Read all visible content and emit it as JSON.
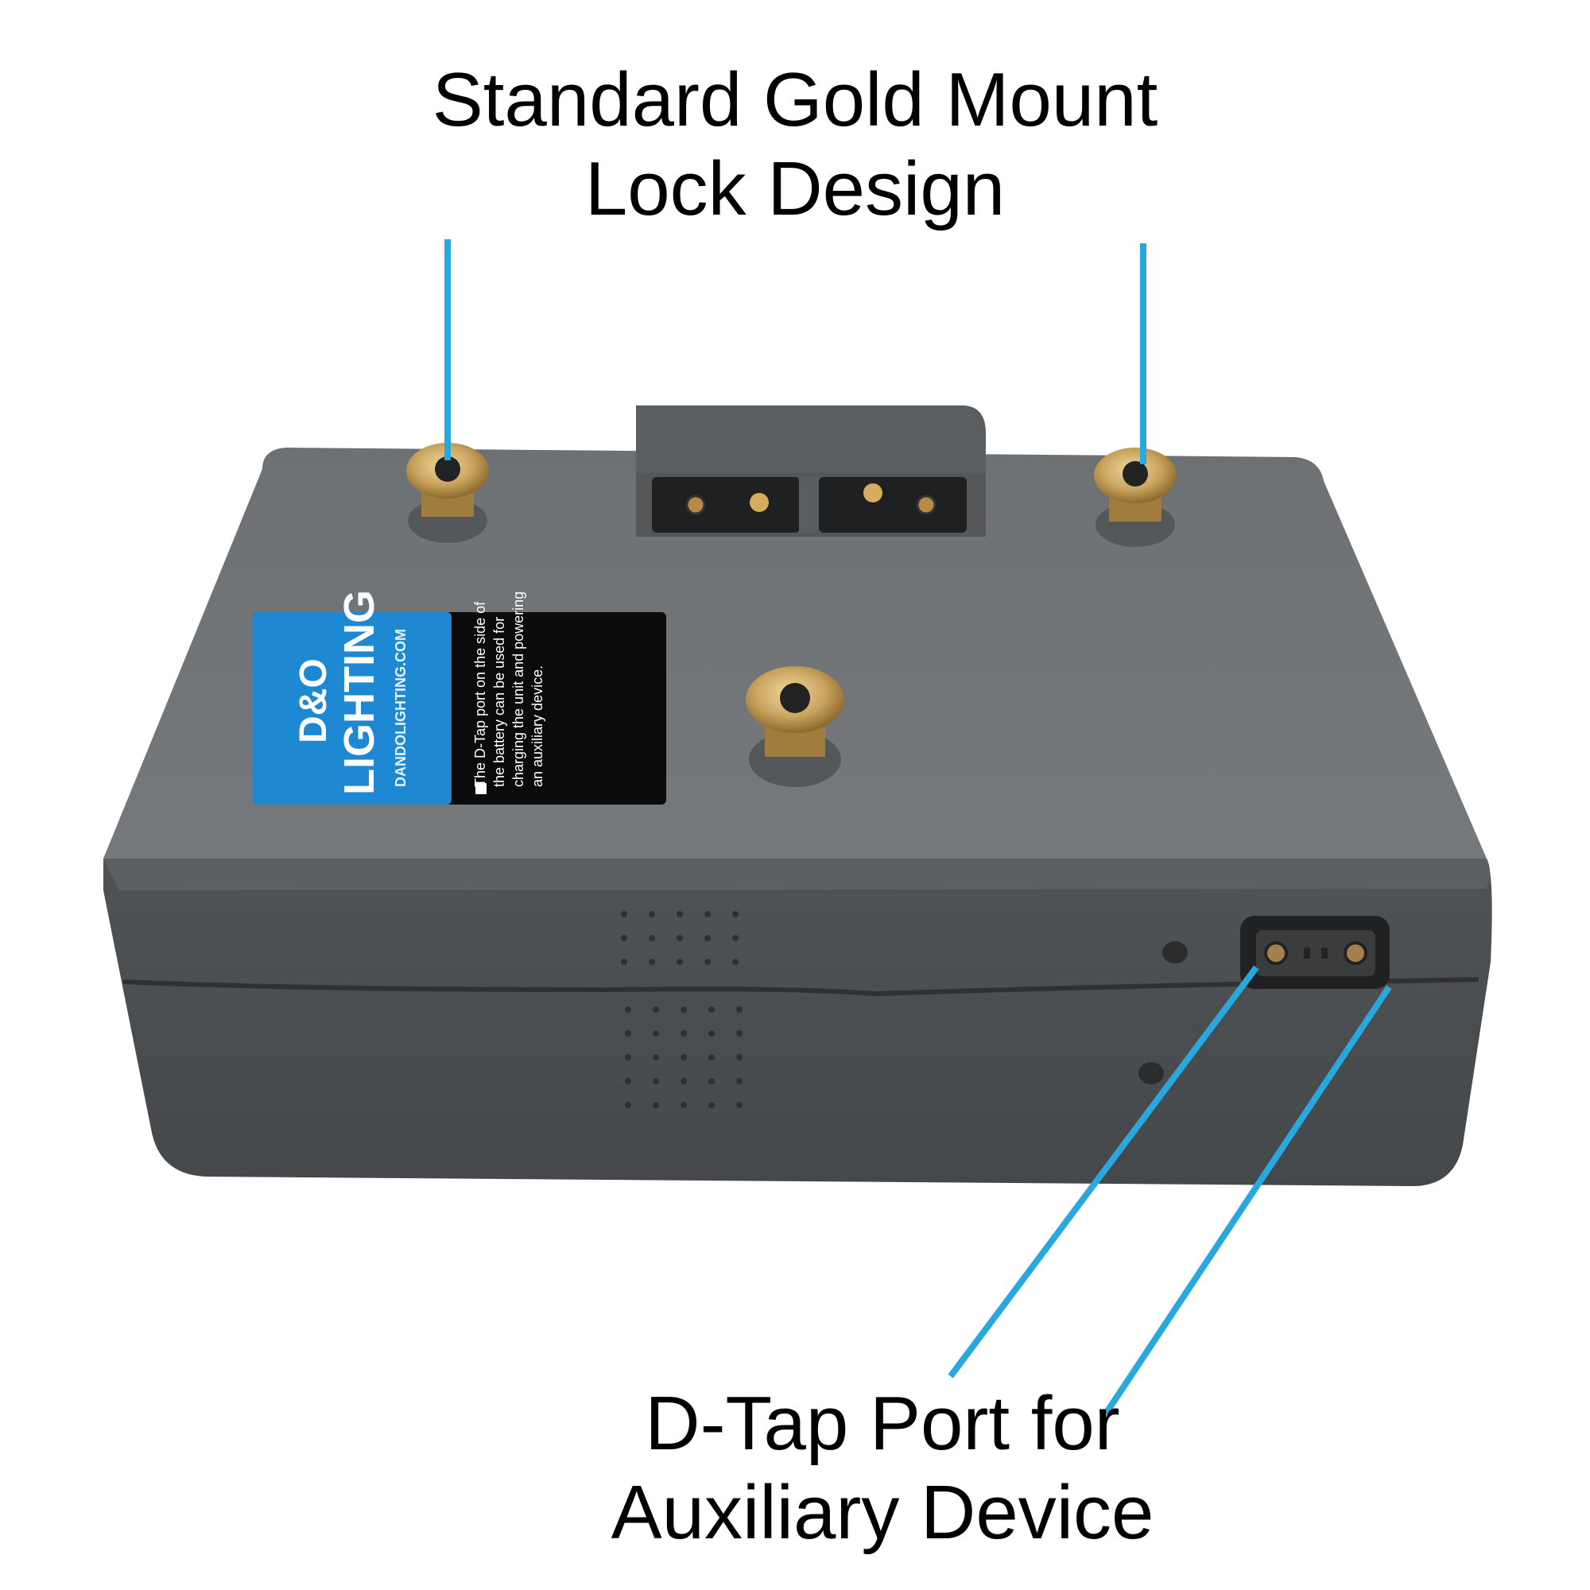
{
  "callouts": {
    "top": {
      "line1": "Standard Gold Mount",
      "line2": "Lock Design"
    },
    "bottom": {
      "line1": "D-Tap Port for",
      "line2": "Auxiliary Device"
    }
  },
  "sticker": {
    "brand_line1": "D&O",
    "brand_line2": "LIGHTING",
    "website": "DANDOLIGHTING.COM",
    "note_lines": [
      "The D-Tap port on the side of",
      "the battery can be used for",
      "charging the unit and powering",
      "an auxiliary device."
    ]
  },
  "colors": {
    "leader_line": "#29a8e0",
    "body_top": "#717477",
    "body_side": "#4c4f52",
    "brass": "#c8a25c",
    "sticker_blue": "#1e88d2",
    "sticker_black": "#0b0b0b"
  }
}
